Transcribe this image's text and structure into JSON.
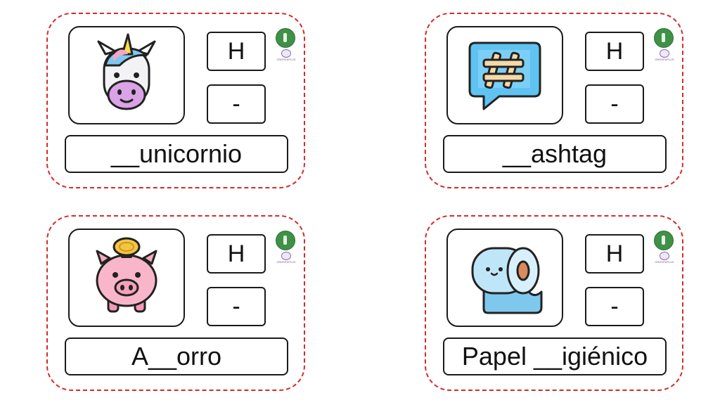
{
  "cards": [
    {
      "picture_icon": "unicorn-icon",
      "options": {
        "h": "H",
        "dash": "-"
      },
      "word": "__unicornio",
      "brand_tag": "ORIENTAPLUS"
    },
    {
      "picture_icon": "hashtag-chat-icon",
      "options": {
        "h": "H",
        "dash": "-"
      },
      "word": "__ashtag",
      "brand_tag": "ORIENTAPLUS"
    },
    {
      "picture_icon": "piggy-bank-icon",
      "options": {
        "h": "H",
        "dash": "-"
      },
      "word": "A__orro",
      "brand_tag": "ORIENTAPLUS"
    },
    {
      "picture_icon": "toilet-paper-icon",
      "options": {
        "h": "H",
        "dash": "-"
      },
      "word": "Papel __igiénico",
      "brand_tag": "ORIENTAPLUS"
    }
  ],
  "colors": {
    "card_border": "#d42b2b",
    "logo_green": "#3e9147"
  }
}
